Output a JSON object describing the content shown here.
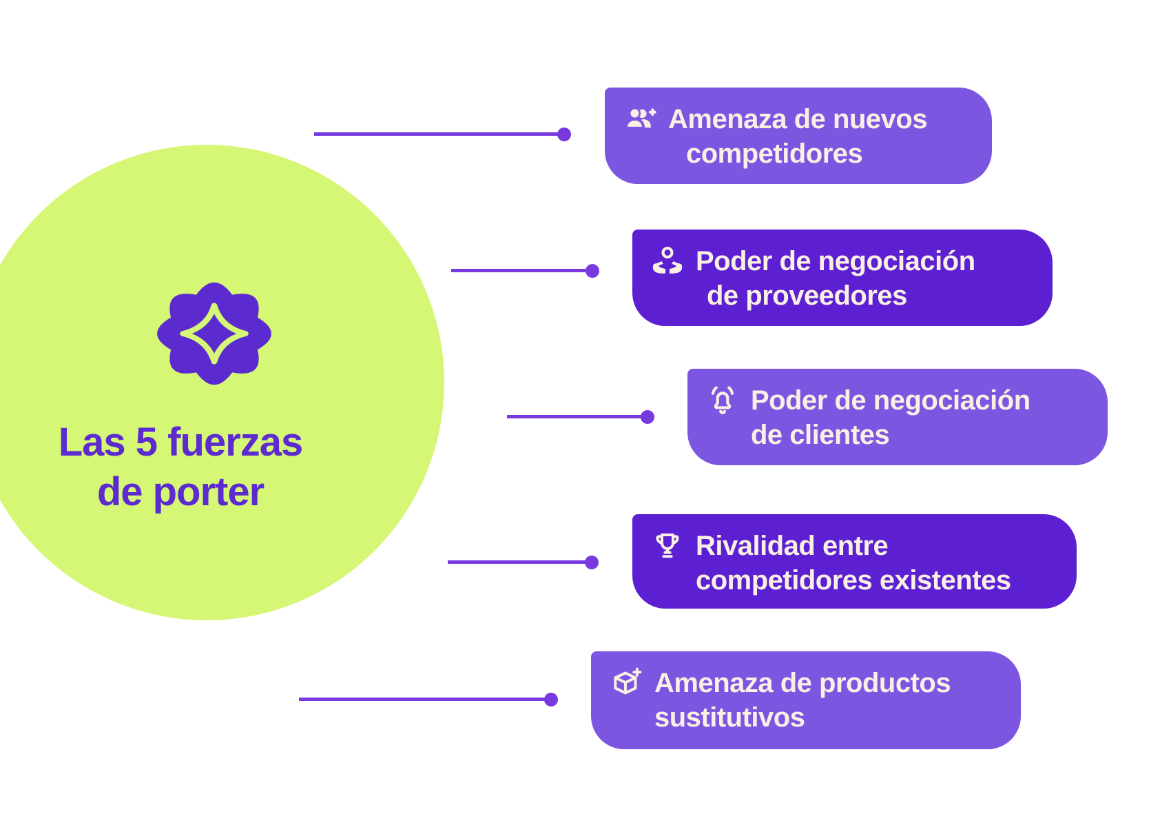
{
  "diagram": {
    "title": {
      "line1": "Las 5 fuerzas",
      "line2": "de porter"
    },
    "center_icon": "badge-star-icon",
    "forces": [
      {
        "icon": "user-add-icon",
        "line1": "Amenaza de nuevos",
        "line2": "competidores",
        "variant": "light"
      },
      {
        "icon": "hands-holding-person-icon",
        "line1": "Poder de negociación",
        "line2": "de proveedores",
        "variant": "dark"
      },
      {
        "icon": "bell-icon",
        "line1": "Poder de negociación",
        "line2": "de clientes",
        "variant": "light"
      },
      {
        "icon": "trophy-icon",
        "line1": "Rivalidad entre",
        "line2": "competidores existentes",
        "variant": "dark"
      },
      {
        "icon": "package-plus-icon",
        "line1": "Amenaza de productos",
        "line2": "sustitutivos",
        "variant": "light"
      }
    ],
    "colors": {
      "background": "#FFFFFF",
      "circle_lime": "#D6F775",
      "title_purple": "#5B2BCF",
      "box_light_purple": "#7C55E1",
      "box_dark_purple": "#5C1FD1",
      "connector_purple": "#7839DF",
      "box_text_cream": "#F8F0E5"
    }
  }
}
